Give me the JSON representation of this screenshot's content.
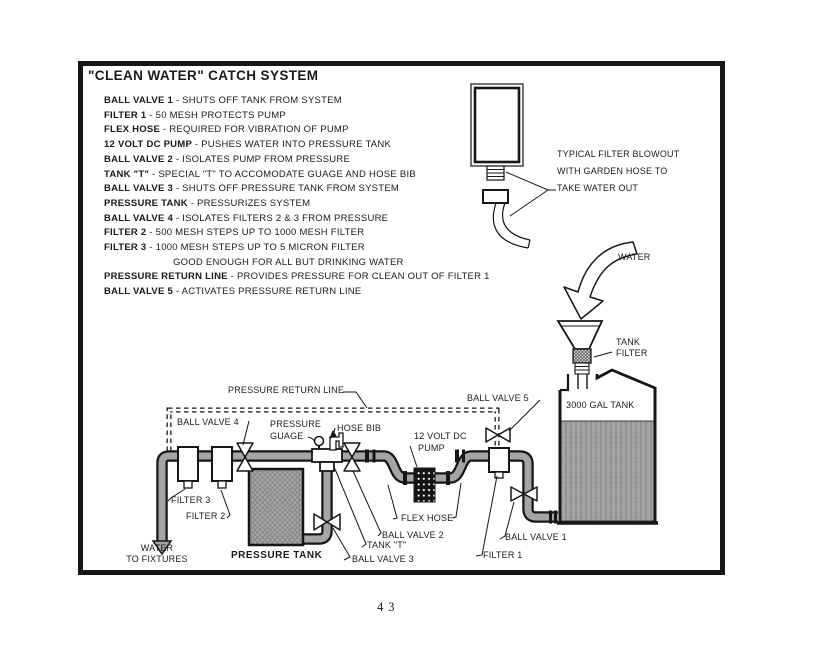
{
  "title": "\"CLEAN WATER\" CATCH SYSTEM",
  "page_number": "43",
  "legend": {
    "items": [
      {
        "term": "BALL VALVE 1",
        "desc": "- SHUTS OFF TANK FROM SYSTEM"
      },
      {
        "term": "FILTER 1",
        "desc": "- 50 MESH PROTECTS PUMP"
      },
      {
        "term": "FLEX HOSE",
        "desc": "- REQUIRED FOR VIBRATION OF PUMP"
      },
      {
        "term": "12 VOLT DC PUMP",
        "desc": "- PUSHES WATER INTO PRESSURE TANK"
      },
      {
        "term": "BALL VALVE 2",
        "desc": "- ISOLATES PUMP FROM PRESSURE"
      },
      {
        "term": "TANK \"T\"",
        "desc": "- SPECIAL \"T\" TO ACCOMODATE GUAGE AND HOSE BIB"
      },
      {
        "term": "BALL VALVE 3",
        "desc": "- SHUTS OFF PRESSURE TANK FROM SYSTEM"
      },
      {
        "term": "PRESSURE TANK",
        "desc": "- PRESSURIZES SYSTEM"
      },
      {
        "term": "BALL VALVE 4",
        "desc": "- ISOLATES FILTERS 2 & 3 FROM PRESSURE"
      },
      {
        "term": "FILTER 2",
        "desc": "- 500 MESH STEPS UP TO 1000 MESH FILTER"
      },
      {
        "term": "FILTER 3",
        "desc": "- 1000 MESH  STEPS UP TO 5 MICRON FILTER",
        "desc2": "GOOD ENOUGH FOR ALL BUT DRINKING WATER"
      },
      {
        "term": "PRESSURE RETURN LINE",
        "desc": "- PROVIDES PRESSURE FOR CLEAN OUT OF FILTER 1"
      },
      {
        "term": "BALL VALVE 5",
        "desc": "- ACTIVATES PRESSURE RETURN LINE"
      }
    ]
  },
  "blowout": {
    "line1": "TYPICAL FILTER BLOWOUT",
    "line2": "WITH GARDEN HOSE TO",
    "line3": "TAKE WATER OUT"
  },
  "diagram": {
    "labels": {
      "pressure_return_line": "PRESSURE RETURN LINE",
      "ball_valve_4": "BALL VALVE 4",
      "pressure_guage_1": "PRESSURE",
      "pressure_guage_2": "GUAGE",
      "hose_bib": "HOSE BIB",
      "pump_1": "12 VOLT DC",
      "pump_2": "PUMP",
      "ball_valve_5": "BALL VALVE 5",
      "tank_3000": "3000 GAL TANK",
      "tank_filter_1": "TANK",
      "tank_filter_2": "FILTER",
      "water": "WATER",
      "filter_3": "FILTER 3",
      "filter_2": "FILTER 2",
      "water_to_fixtures_1": "WATER",
      "water_to_fixtures_2": "TO FIXTURES",
      "pressure_tank": "PRESSURE TANK",
      "ball_valve_3": "BALL VALVE 3",
      "tank_t": "TANK \"T\"",
      "ball_valve_2": "BALL VALVE 2",
      "flex_hose": "FLEX HOSE",
      "ball_valve_1": "BALL VALVE 1",
      "filter_1": "FILTER 1"
    }
  },
  "colors": {
    "ink": "#1a1a1a",
    "pipe_fill": "#a5a5a5",
    "tank_fill": "#a0a0a0",
    "paper": "#ffffff"
  }
}
